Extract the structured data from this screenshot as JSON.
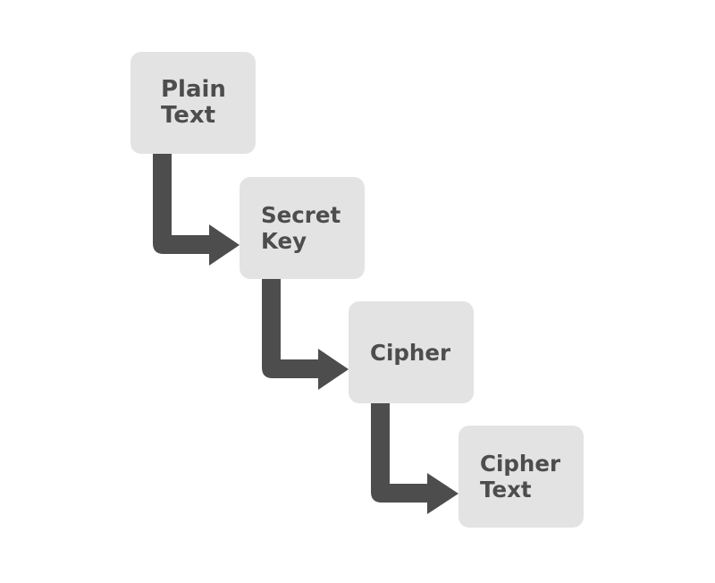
{
  "nodes": [
    {
      "id": "plain-text",
      "lines": [
        "Plain",
        "Text"
      ]
    },
    {
      "id": "secret-key",
      "lines": [
        "Secret",
        "Key"
      ]
    },
    {
      "id": "cipher",
      "lines": [
        "Cipher",
        ""
      ]
    },
    {
      "id": "cipher-text",
      "lines": [
        "Cipher",
        "Text"
      ]
    }
  ],
  "colors": {
    "box_fill": "#e3e3e3",
    "text": "#4d4d4d",
    "arrow": "#4d4d4d",
    "background": "#ffffff"
  },
  "edges": [
    {
      "from": "plain-text",
      "to": "secret-key"
    },
    {
      "from": "secret-key",
      "to": "cipher"
    },
    {
      "from": "cipher",
      "to": "cipher-text"
    }
  ]
}
